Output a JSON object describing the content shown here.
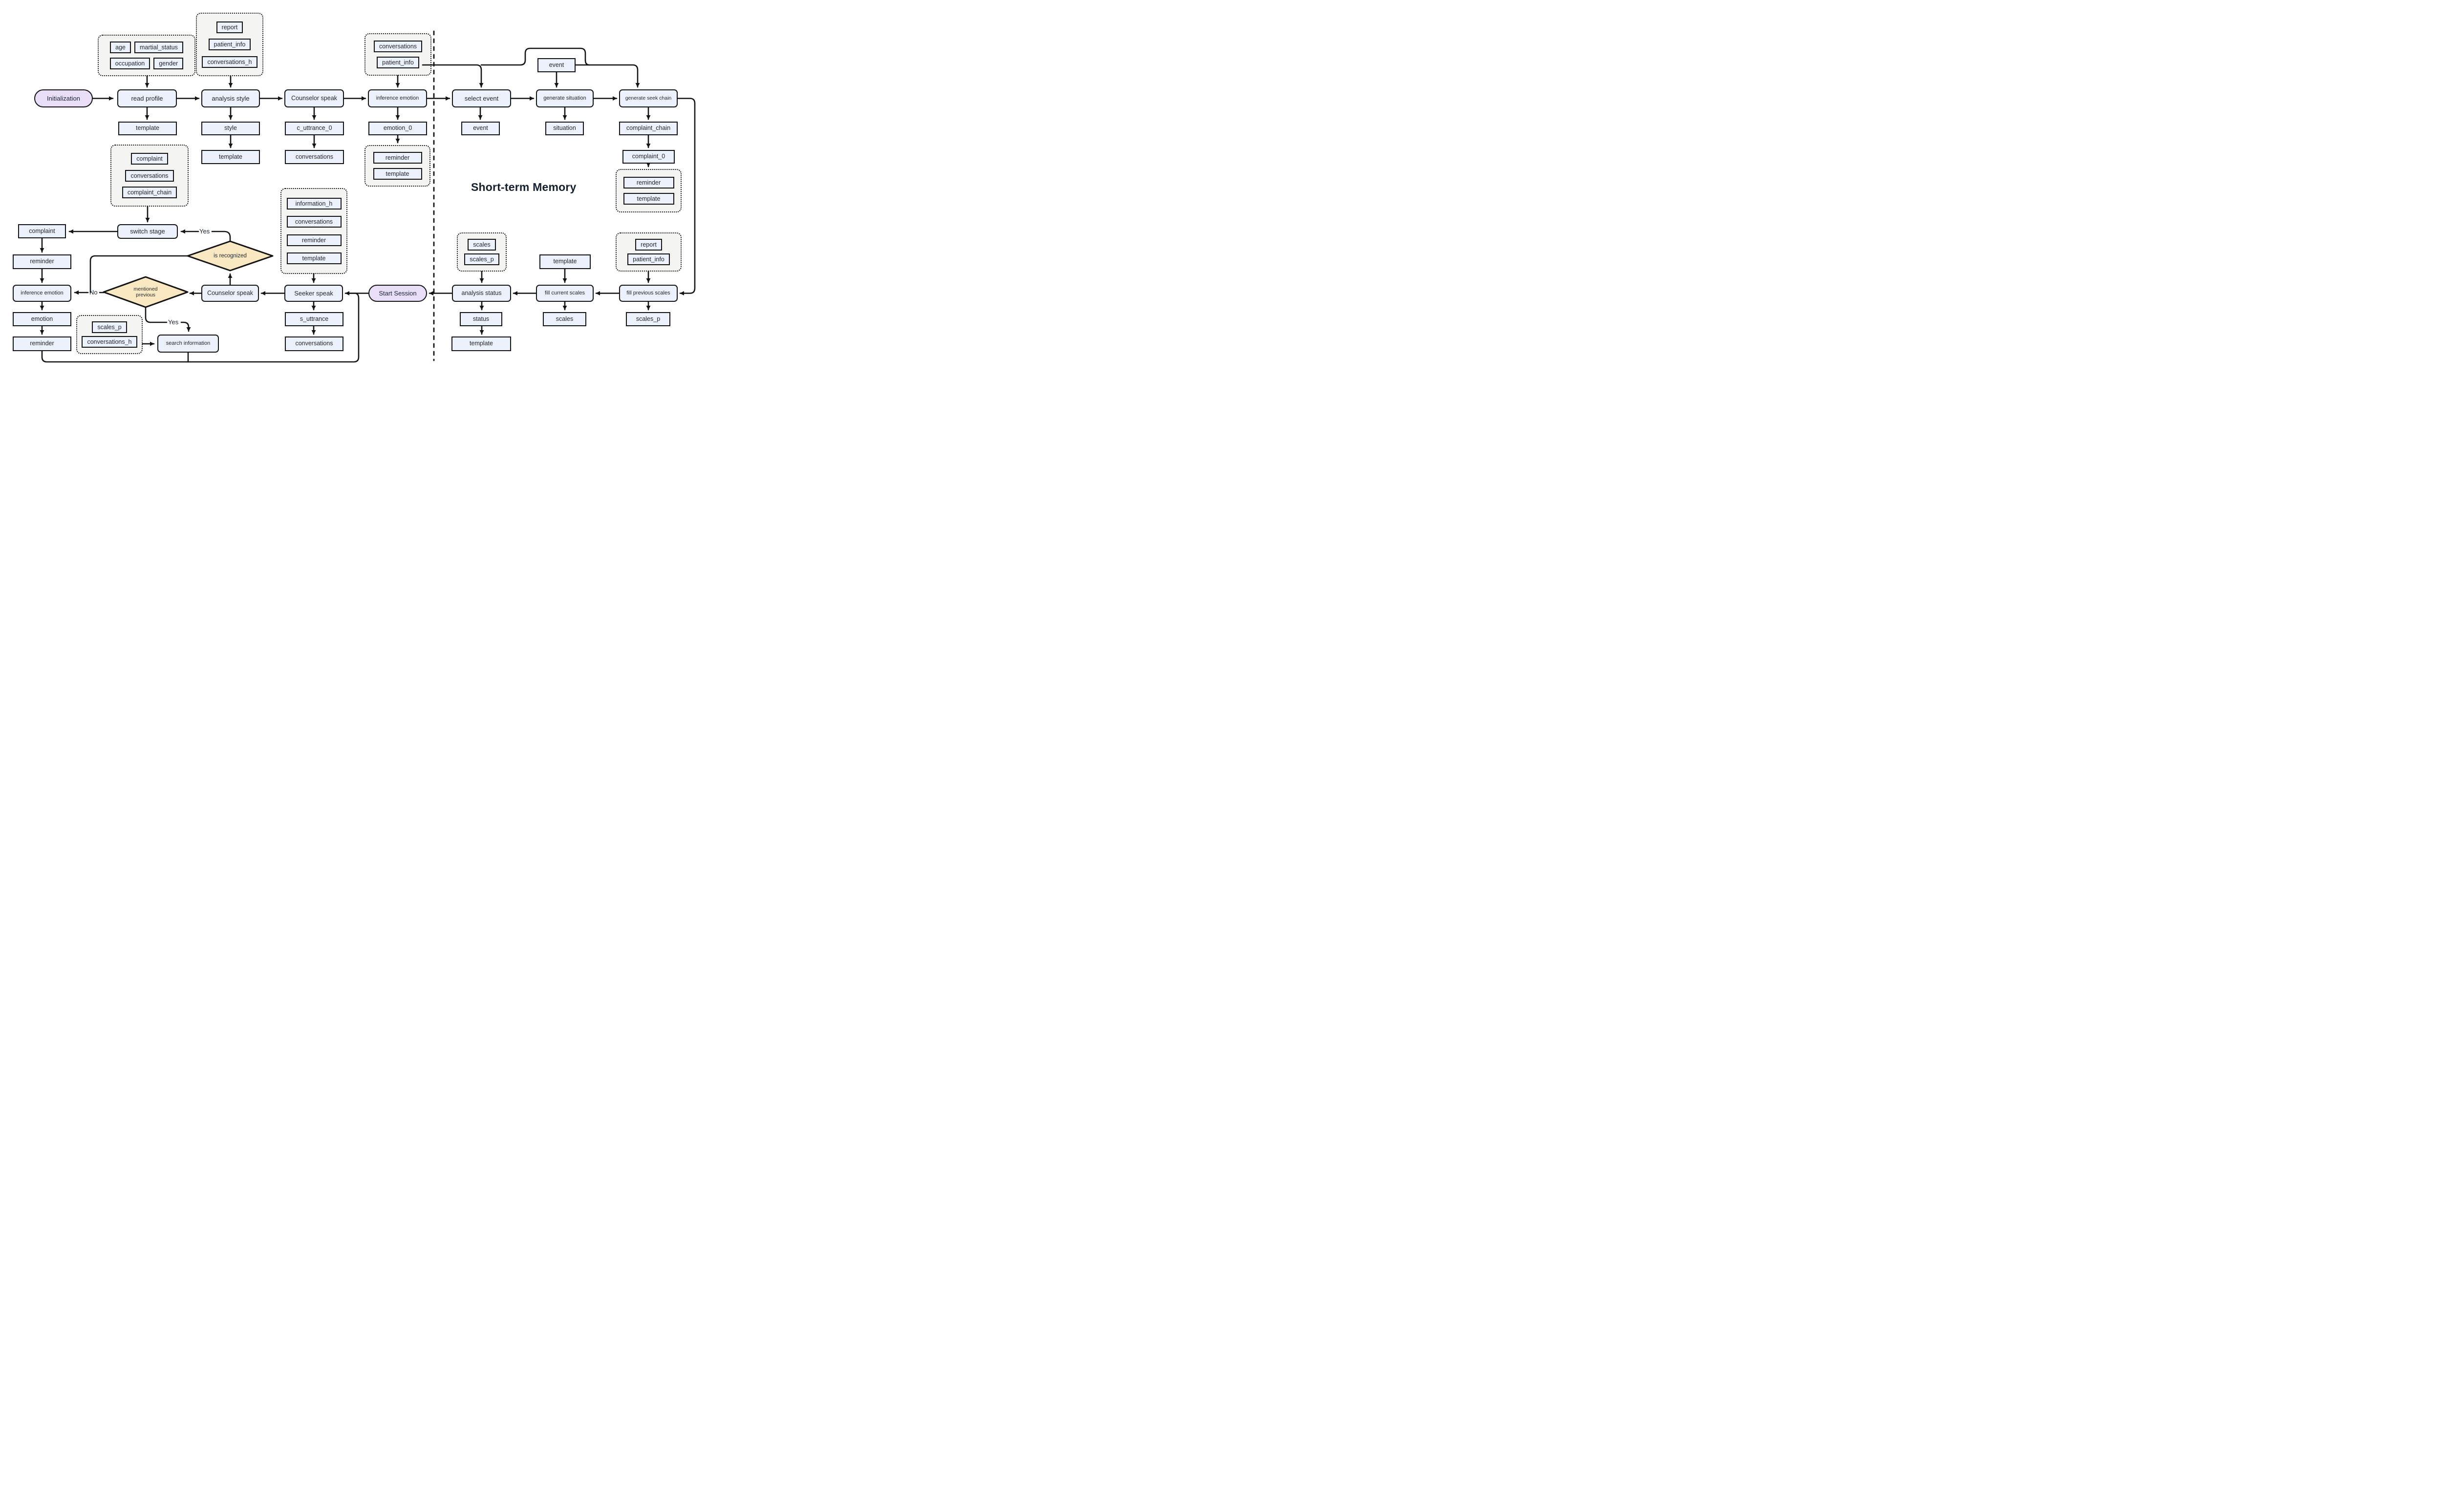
{
  "title": "Short-term Memory",
  "labels": {
    "yes_switch": "Yes",
    "yes_search": "Yes",
    "no": "No"
  },
  "nodes": {
    "initialization": "Initialization",
    "read_profile": "read profile",
    "analysis_style": "analysis style",
    "counselor_speak_top": "Counselor speak",
    "inference_emotion_top": "inference emotion",
    "select_event": "select event",
    "generate_situation": "generate situation",
    "generate_seek_chain": "generate seek chain",
    "template_read": "template",
    "style": "style",
    "template_style": "template",
    "c_uttrance_0": "c_uttrance_0",
    "conversations_c": "conversations",
    "emotion_0": "emotion_0",
    "event_out": "event",
    "event_top": "event",
    "situation": "situation",
    "complaint_chain_r": "complaint_chain",
    "complaint_0": "complaint_0",
    "switch_stage": "switch stage",
    "complaint_left": "complaint",
    "reminder_l1": "reminder",
    "inference_emotion_left": "inference emotion",
    "emotion_left": "emotion",
    "reminder_l2": "reminder",
    "counselor_speak_low": "Counselor speak",
    "seeker_speak": "Seeker speak",
    "s_uttrance": "s_uttrance",
    "conversations_low": "conversations",
    "start_session": "Start Session",
    "analysis_status": "analysis status",
    "status": "status",
    "template_status": "template",
    "fill_current_scales": "fill current scales",
    "scales_out": "scales",
    "fill_previous_scales": "fill previous scales",
    "scales_p_out": "scales_p",
    "search_information": "search information",
    "template_fcs": "template",
    "is_recognized": "is recognized",
    "mentioned_previous_line1": "mentioned",
    "mentioned_previous_line2": "previous"
  },
  "clusters": {
    "profile": {
      "row1": [
        "age",
        "martial_status"
      ],
      "row2": [
        "occupation",
        "gender"
      ]
    },
    "report_top": [
      "report",
      "patient_info",
      "conversations_h"
    ],
    "conv_patient": [
      "conversations",
      "patient_info"
    ],
    "emotion_mem": [
      "reminder",
      "template"
    ],
    "complaint_mem": [
      "complaint",
      "conversations",
      "complaint_chain"
    ],
    "seeker_inputs": [
      "information_h",
      "conversations",
      "reminder",
      "template"
    ],
    "scales_mem": [
      "scales",
      "scales_p"
    ],
    "report_right": [
      "report",
      "patient_info"
    ],
    "reminder_right": [
      "reminder",
      "template"
    ],
    "search_inputs": [
      "scales_p",
      "conversations_h"
    ]
  },
  "colors": {
    "node_fill": "#edf1fb",
    "stadium_fill": "#e9def8",
    "diamond_fill": "#f9e8c2",
    "cluster_fill": "#f4f4f2",
    "line": "#141414",
    "text": "#1c2430"
  }
}
